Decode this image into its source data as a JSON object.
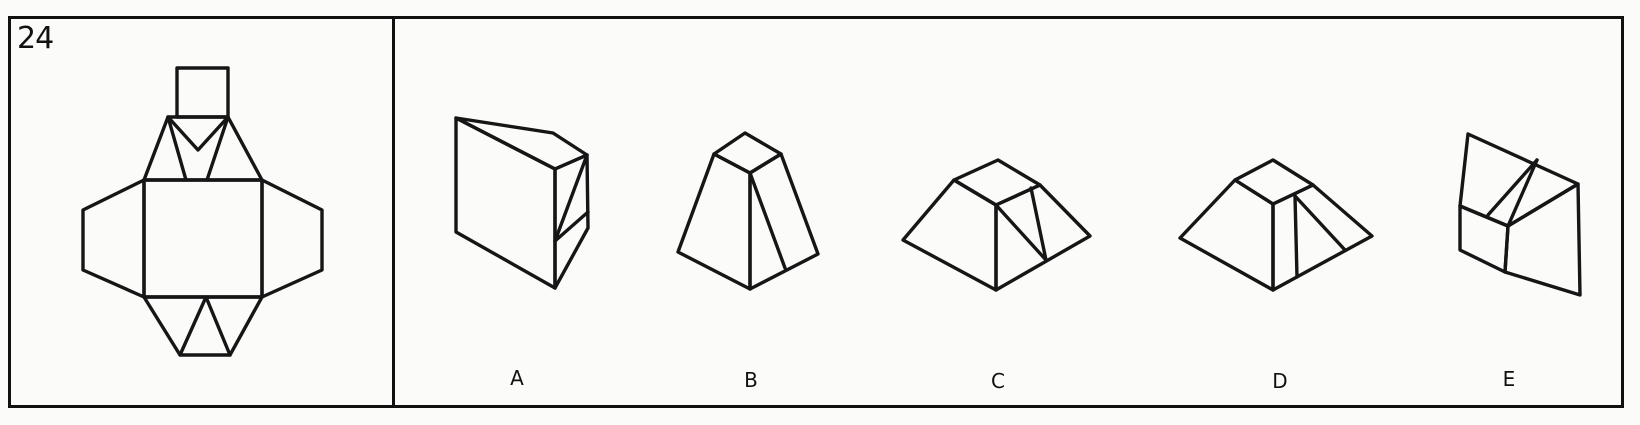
{
  "question_number": "24",
  "options": [
    {
      "label": "A",
      "shape": "wedge-block"
    },
    {
      "label": "B",
      "shape": "tall-frustum"
    },
    {
      "label": "C",
      "shape": "low-frustum"
    },
    {
      "label": "D",
      "shape": "low-frustum-with-lines"
    },
    {
      "label": "E",
      "shape": "cut-block"
    }
  ],
  "colors": {
    "ink": "#161616",
    "paper": "#fbfbfa"
  }
}
